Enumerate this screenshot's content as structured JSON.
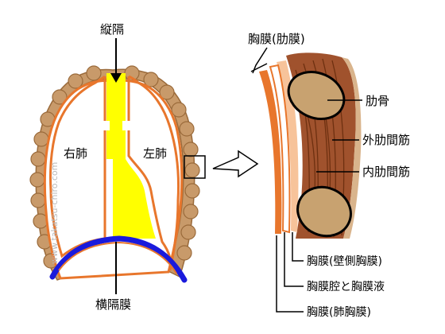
{
  "labels": {
    "mediastinum": "縦隔",
    "right_lung": "右肺",
    "left_lung": "左肺",
    "diaphragm": "横隔膜",
    "pleura_costal": "胸膜(肋膜)",
    "rib": "肋骨",
    "external_intercostal": "外肋間筋",
    "internal_intercostal": "内肋間筋",
    "parietal_pleura": "胸膜(壁側胸膜)",
    "pleural_cavity_fluid": "胸膜腔と胸膜液",
    "visceral_pleura": "胸膜(肺胸膜)"
  },
  "watermark": "www.takatsu-chiro.com",
  "colors": {
    "pleura_orange": "#e8762c",
    "mediastinum_yellow": "#ffff00",
    "diaphragm_blue": "#1a1adc",
    "chest_wall_brown": "#c89a6a",
    "rib_tan": "#c8a270",
    "muscle_brown": "#a0522d",
    "muscle_dark": "#7a3a14",
    "pleura_light": "#f7c39a"
  }
}
